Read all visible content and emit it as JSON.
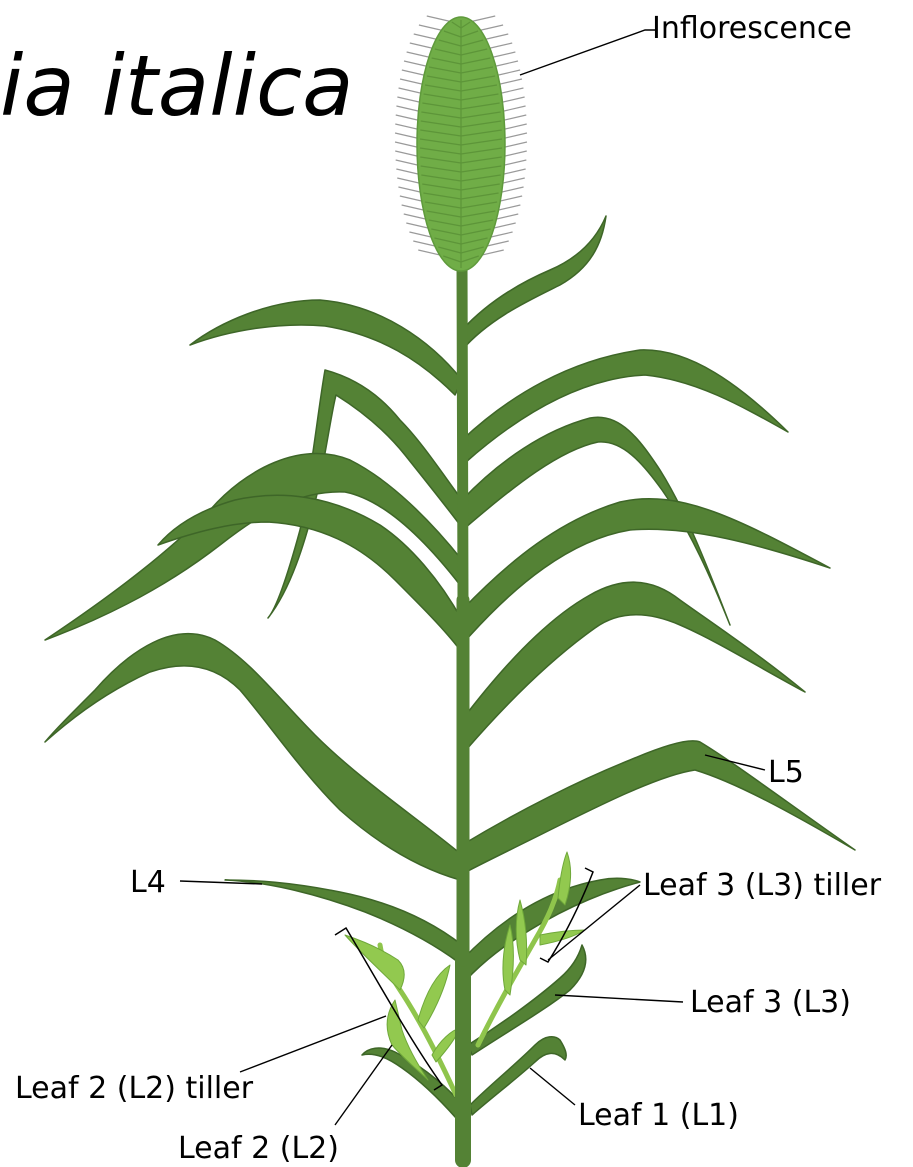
{
  "title": "ia italica",
  "labels": {
    "inflorescence": "Inflorescence",
    "l5": "L5",
    "l4": "L4",
    "leaf3_tiller": "Leaf 3 (L3) tiller",
    "leaf3": "Leaf 3 (L3)",
    "leaf2_tiller": "Leaf 2 (L2) tiller",
    "leaf1": "Leaf 1 (L1)",
    "leaf2": "Leaf 2 (L2)"
  },
  "colors": {
    "leaf": "#548235",
    "inflorescence": "#70ad47",
    "tiller": "#92c94f",
    "text": "#000000",
    "background": "#ffffff"
  }
}
